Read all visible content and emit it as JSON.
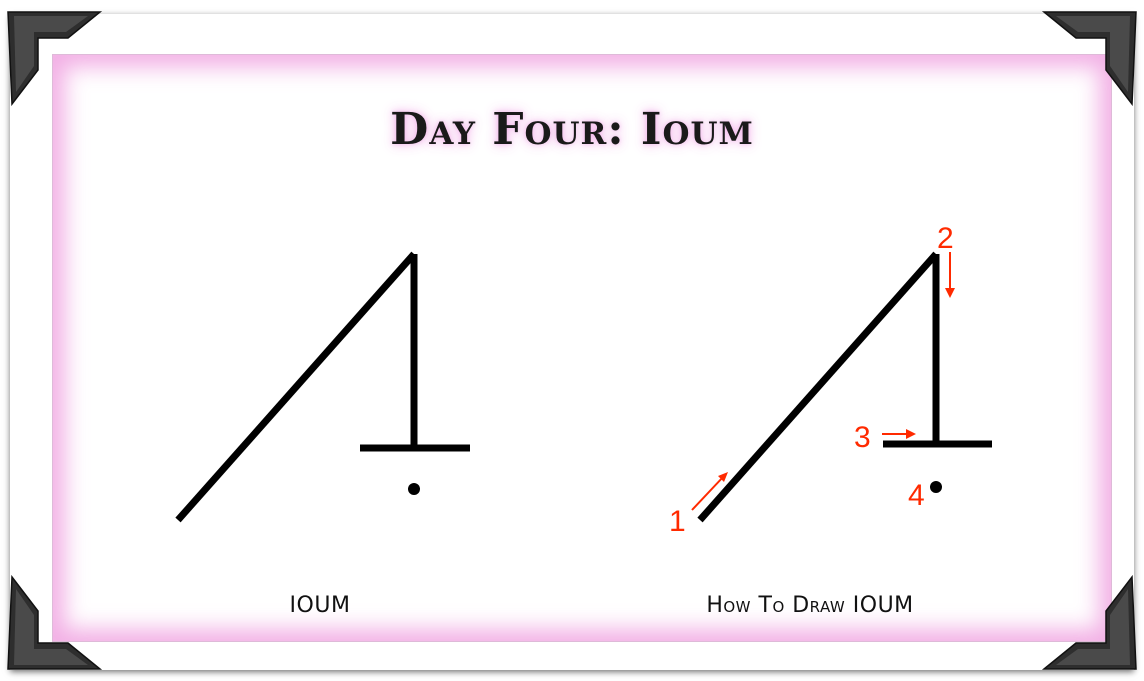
{
  "title": "Day Four: Ioum",
  "captions": {
    "left": "IOUM",
    "right": "How To Draw IOUM"
  },
  "stroke_numbers": {
    "one": "1",
    "two": "2",
    "three": "3",
    "four": "4"
  },
  "colors": {
    "card_glow": "#ee96dc",
    "ink": "#000000",
    "annotation": "#ff2a00",
    "corner": "#2a2a2a"
  }
}
